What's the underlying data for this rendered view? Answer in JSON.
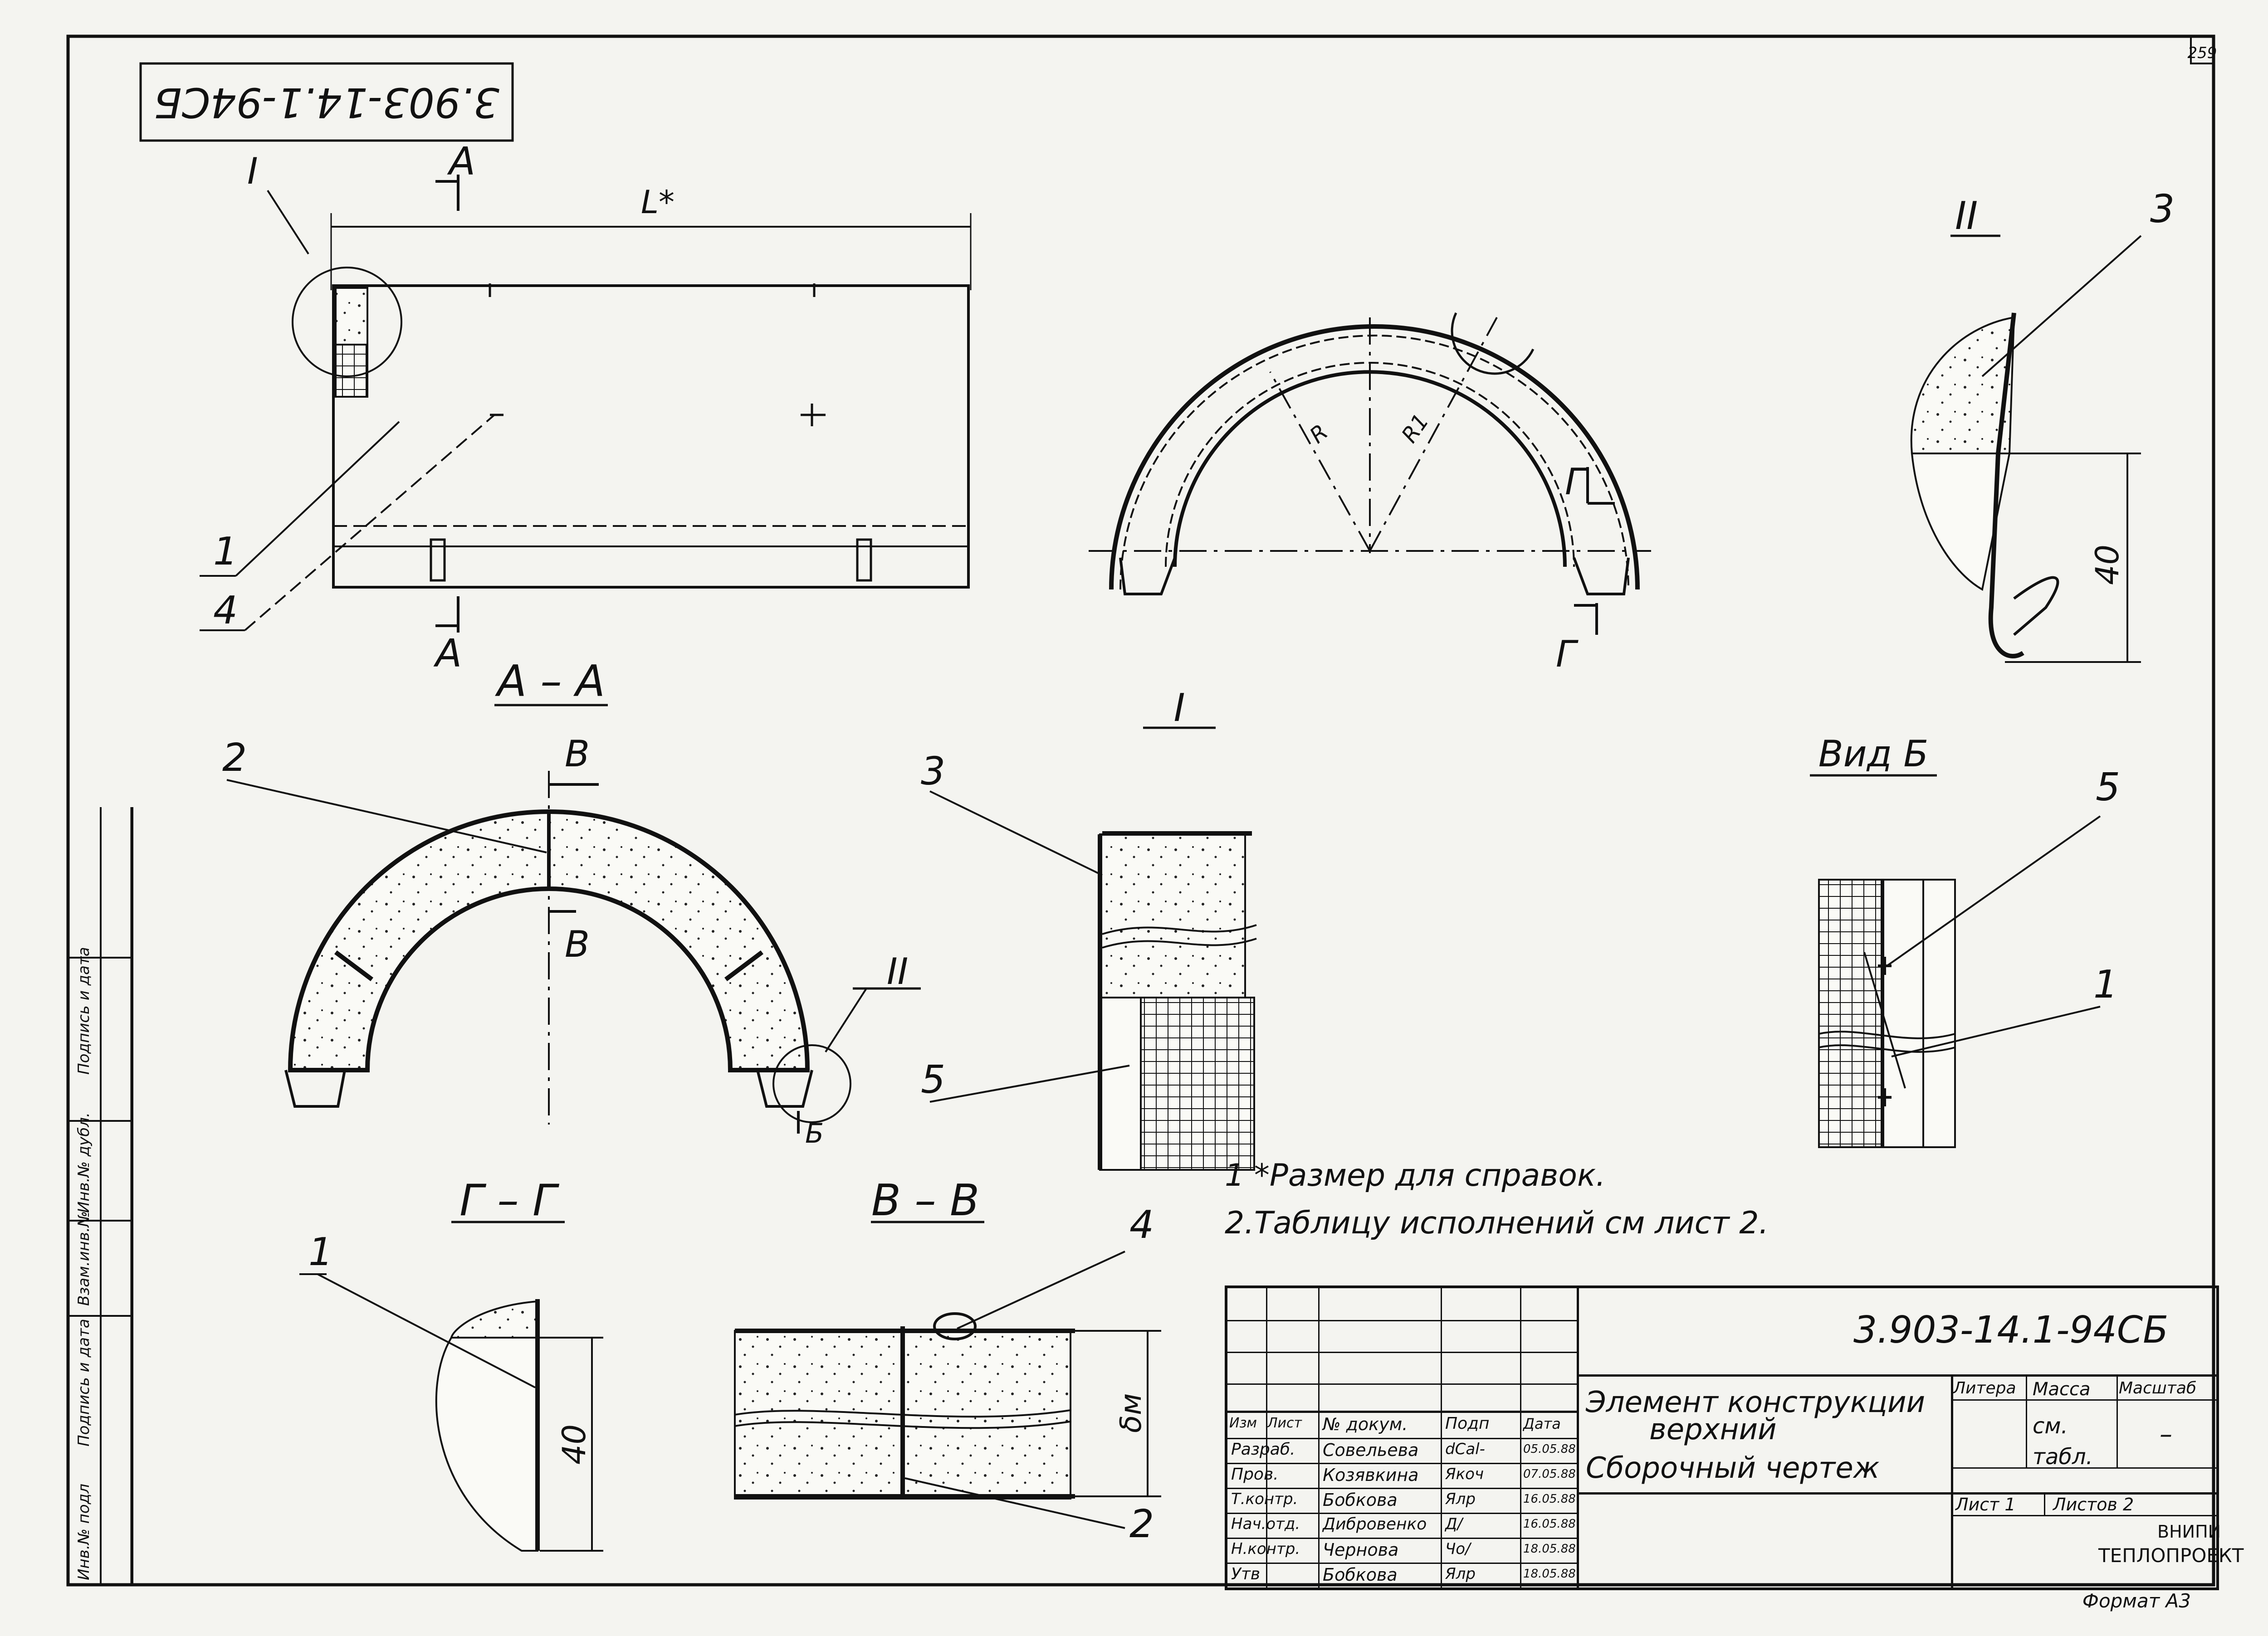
{
  "sheet": {
    "page_number": "259",
    "doc_code_mirrored": "3.903-14.1-94СБ",
    "format": "Формат А3"
  },
  "labels": {
    "view_I": "I",
    "view_II": "II",
    "section_A": "А",
    "section_AA": "А – А",
    "section_GG": "Г – Г",
    "section_VV": "В – В",
    "section_G": "Г",
    "section_V": "В",
    "view_B_title": "Вид Б",
    "view_B_marker": "Б",
    "dim_L": "L*",
    "dim_40": "40",
    "dim_delta": "δм",
    "radius_R": "R",
    "radius_R1": "R1",
    "pos1": "1",
    "pos2": "2",
    "pos3": "3",
    "pos4": "4",
    "pos5": "5"
  },
  "notes": [
    "1 *Размер для справок.",
    "2.Таблицу исполнений см лист 2."
  ],
  "side_stamp": [
    "Инв.№ подл",
    "Подпись и дата",
    "Взам.инв.№",
    "Инв.№ дубл.",
    "Подпись и дата"
  ],
  "title_block": {
    "code": "3.903-14.1-94СБ",
    "title_line1": "Элемент конструкции",
    "title_line2": "верхний",
    "title_line3": "Сборочный чертеж",
    "head": {
      "izm": "Изм",
      "list": "Лист",
      "doc": "№ докум.",
      "sign": "Подп",
      "date": "Дата"
    },
    "rows": [
      {
        "role": "Разраб.",
        "name": "Совельева",
        "sign": "dCal-",
        "date": "05.05.88"
      },
      {
        "role": "Пров.",
        "name": "Козявкина",
        "sign": "Якоч",
        "date": "07.05.88"
      },
      {
        "role": "Т.контр.",
        "name": "Бобкова",
        "sign": "Ялр",
        "date": "16.05.88"
      },
      {
        "role": "Нач.отд.",
        "name": "Дибровенко",
        "sign": "Д/",
        "date": "16.05.88"
      },
      {
        "role": "Н.контр.",
        "name": "Чернова",
        "sign": "Чо/",
        "date": "18.05.88"
      },
      {
        "role": "Утв",
        "name": "Бобкова",
        "sign": "Ялр",
        "date": "18.05.88"
      }
    ],
    "litera": "Литера",
    "mass_label": "Масса",
    "scale_label": "Масштаб",
    "mass_value": "см. табл.",
    "scale_value": "–",
    "sheet_label": "Лист 1",
    "sheets_label": "Листов 2",
    "org_line1": "ВНИПИ",
    "org_line2": "ТЕПЛОПРОЕКТ"
  }
}
